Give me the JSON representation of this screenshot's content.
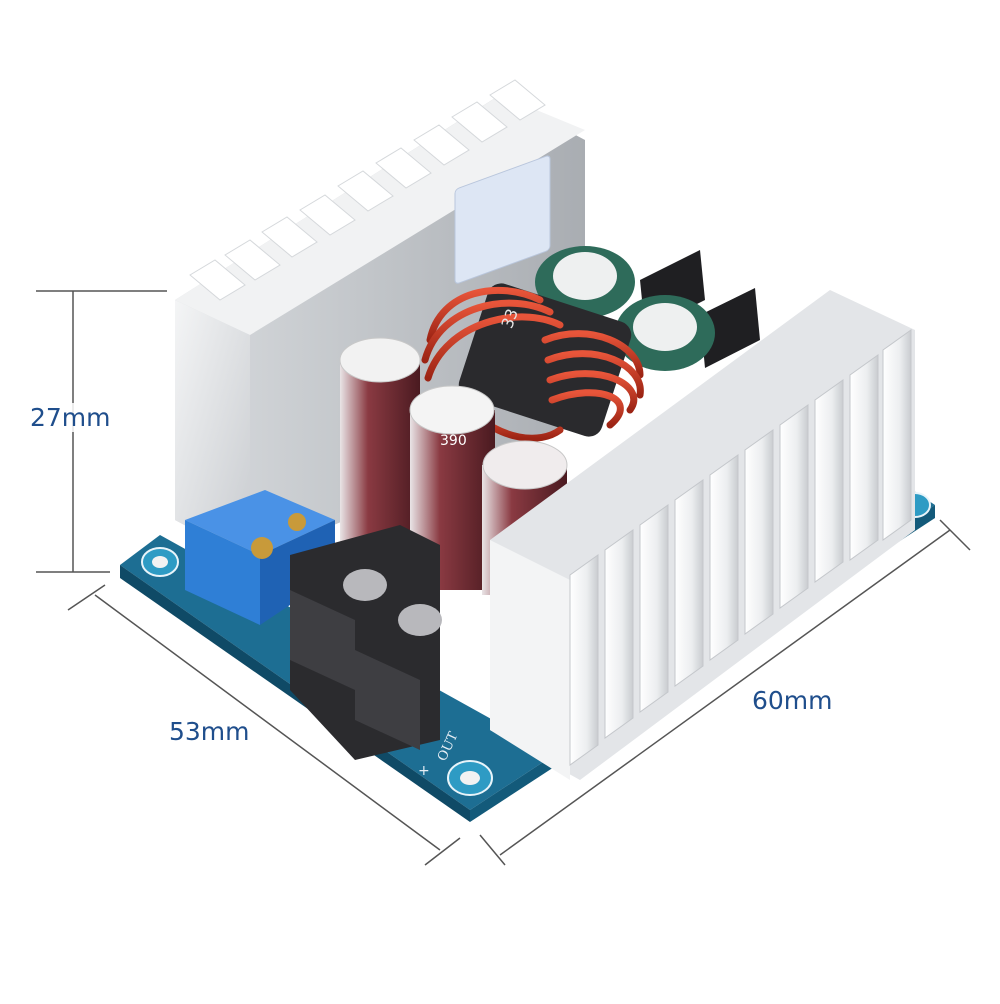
{
  "image": {
    "subject": "DC-DC buck converter module with heatsinks",
    "background_color": "#ffffff"
  },
  "dimensions": {
    "height_label": "27mm",
    "depth_label": "53mm",
    "width_label": "60mm",
    "label_color": "#1f4e8c",
    "line_color": "#555555"
  },
  "components": {
    "capacitor_marking": "390",
    "inductor_marking": "33",
    "pcb_silkscreen_out": "OUT",
    "pcb_silkscreen_plus": "+",
    "pcb_color": "#1d6e93",
    "potentiometer_color": "#2f7fd6",
    "inductor_wire_color": "#c8341e",
    "terminal_color": "#2b2b2e",
    "heatsink_color": "#eceef0",
    "capacitor_sleeve_color": "#6a2a30",
    "small_cap_color": "#2e6b5a"
  }
}
